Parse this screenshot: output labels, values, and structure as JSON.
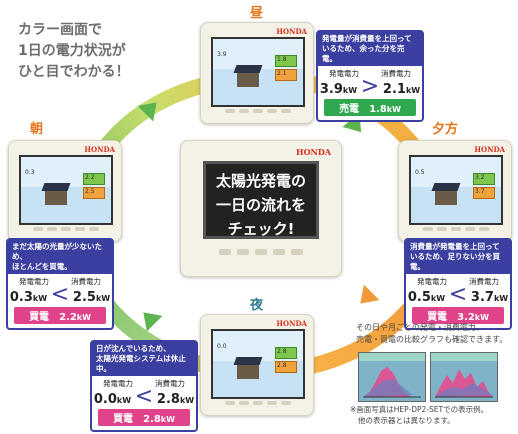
{
  "headline": [
    "カラー画面で",
    "1日の電力状況が",
    "ひと目でわかる！"
  ],
  "brand": "HONDA",
  "center": {
    "lines": [
      "太陽光発電の",
      "一日の流れを",
      "チェック!"
    ]
  },
  "periods": {
    "noon": {
      "label": "昼"
    },
    "morning": {
      "label": "朝"
    },
    "evening": {
      "label": "夕方"
    },
    "night": {
      "label": "夜"
    }
  },
  "cards": {
    "noon": {
      "message": [
        "発電量が消費量を上回って",
        "いるため、余った分を売電。"
      ],
      "gen_label": "発電電力",
      "use_label": "消費電力",
      "gen_value": "3.9",
      "use_value": "2.1",
      "unit": "kW",
      "relation": ">",
      "bar_label": "売電",
      "bar_value": "1.8",
      "bar_type": "sell",
      "screen_gen": "3.9",
      "screen_use": "2.1",
      "screen_bar": "1.8"
    },
    "evening": {
      "message": [
        "消費量が発電量を上回って",
        "いるため、足りない分を買電。"
      ],
      "gen_label": "発電電力",
      "use_label": "消費電力",
      "gen_value": "0.5",
      "use_value": "3.7",
      "unit": "kW",
      "relation": "<",
      "bar_label": "買電",
      "bar_value": "3.2",
      "bar_type": "buy",
      "screen_gen": "0.5",
      "screen_use": "3.7",
      "screen_bar": "3.2"
    },
    "morning": {
      "message": [
        "まだ太陽の光量が少ないため、",
        "ほとんどを買電。"
      ],
      "gen_label": "発電電力",
      "use_label": "消費電力",
      "gen_value": "0.3",
      "use_value": "2.5",
      "unit": "kW",
      "relation": "<",
      "bar_label": "買電",
      "bar_value": "2.2",
      "bar_type": "buy",
      "screen_gen": "0.3",
      "screen_use": "2.5",
      "screen_bar": "2.2"
    },
    "night": {
      "message": [
        "日が沈んでいるため、",
        "太陽光発電システムは休止中。"
      ],
      "gen_label": "発電電力",
      "use_label": "消費電力",
      "gen_value": "0.0",
      "use_value": "2.8",
      "unit": "kW",
      "relation": "<",
      "bar_label": "買電",
      "bar_value": "2.8",
      "bar_type": "buy",
      "screen_gen": "0.0",
      "screen_use": "2.8",
      "screen_bar": "2.8"
    }
  },
  "graph_note": [
    "その日や月ごとの発電・消費電力、",
    "売電・買電の比較グラフも確認できます。"
  ],
  "footnote": [
    "※画面写真はHEP-DP2-SETでの表示例。",
    "他の表示器とは異なります。"
  ]
}
